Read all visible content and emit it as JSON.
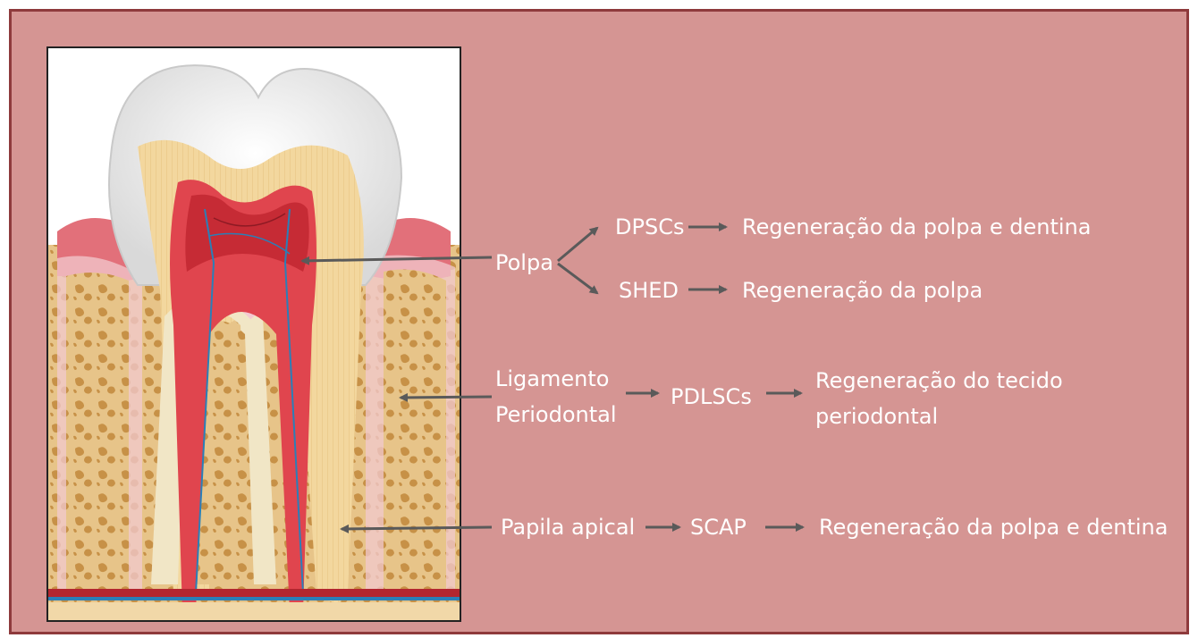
{
  "colors": {
    "background": "#d59593",
    "frame_border": "#8e3a3c",
    "text": "#ffffff",
    "arrow": "#5a5a5a"
  },
  "labels": {
    "polpa": "Polpa",
    "dpscs": "DPSCs",
    "shed": "SHED",
    "dpscs_result": "Regeneração da polpa e dentina",
    "shed_result": "Regeneração da polpa",
    "ligamento_1": "Ligamento",
    "ligamento_2": "Periodontal",
    "pdlscs": "PDLSCs",
    "pdlscs_result_1": "Regeneração do tecido",
    "pdlscs_result_2": "periodontal",
    "papila": "Papila apical",
    "scap": "SCAP",
    "scap_result": "Regeneração da polpa e dentina"
  }
}
